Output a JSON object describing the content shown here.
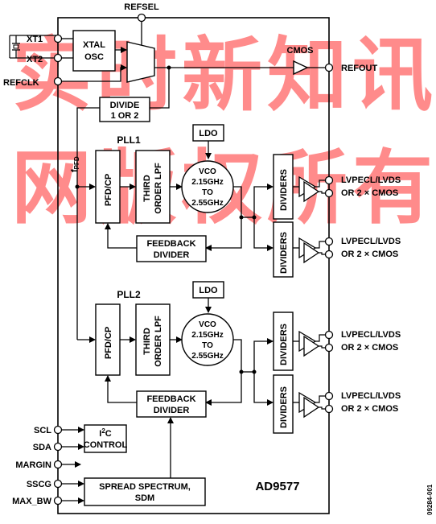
{
  "chip": {
    "part_number": "AD9577"
  },
  "pins": {
    "refsel": "REFSEL",
    "xt1": "XT1",
    "xt2": "XT2",
    "refclk": "REFCLK",
    "refout": "REFOUT",
    "cmos": "CMOS",
    "scl": "SCL",
    "sda": "SDA",
    "margin": "MARGIN",
    "sscg": "SSCG",
    "max_bw": "MAX_BW"
  },
  "blocks": {
    "xtal_osc": [
      "XTAL",
      "OSC"
    ],
    "divide": [
      "DIVIDE",
      "1 OR 2"
    ],
    "fpfd": {
      "main": "f",
      "sub": "PFD"
    },
    "i2c": {
      "i": "I",
      "sup": "2",
      "rest": "C",
      "line2": "CONTROL"
    },
    "spread": [
      "SPREAD SPECTRUM,",
      "SDM"
    ]
  },
  "pll1": {
    "title": "PLL1",
    "ldo": "LDO",
    "pfd_cp": "PFD/CP",
    "lpf": [
      "THIRD",
      "ORDER LPF"
    ],
    "vco": [
      "VCO",
      "2.15GHz",
      "TO",
      "2.55GHz"
    ],
    "feedback": [
      "FEEDBACK",
      "DIVIDER"
    ],
    "dividers": [
      "DIVIDERS",
      "DIVIDERS"
    ],
    "outputs": [
      [
        "LVPECL/LVDS",
        "OR 2 × CMOS"
      ],
      [
        "LVPECL/LVDS",
        "OR 2 × CMOS"
      ]
    ]
  },
  "pll2": {
    "title": "PLL2",
    "ldo": "LDO",
    "pfd_cp": "PFD/CP",
    "lpf": [
      "THIRD",
      "ORDER LPF"
    ],
    "vco": [
      "VCO",
      "2.15GHz",
      "TO",
      "2.55GHz"
    ],
    "feedback": [
      "FEEDBACK",
      "DIVIDER"
    ],
    "dividers": [
      "DIVIDERS",
      "DIVIDERS"
    ],
    "outputs": [
      [
        "LVPECL/LVDS",
        "OR 2 × CMOS"
      ],
      [
        "LVPECL/LVDS",
        "OR 2 × CMOS"
      ]
    ]
  },
  "figure_id": "09284-001",
  "watermark": [
    "实",
    "时",
    "新",
    "知",
    "讯",
    "网",
    "版",
    "权",
    "所",
    "有"
  ]
}
